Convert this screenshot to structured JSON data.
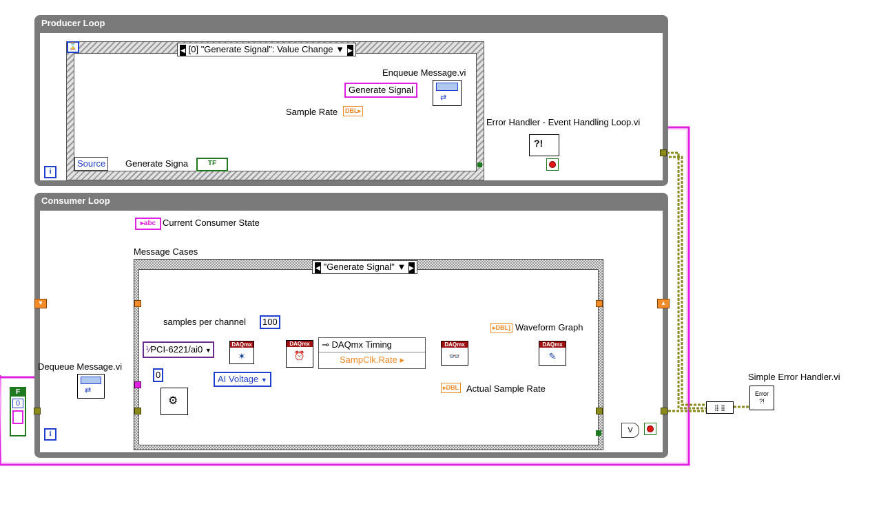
{
  "producer": {
    "title": "Producer Loop",
    "event_selector": "[0] \"Generate Signal\": Value Change",
    "enqueue_label": "Enqueue Message.vi",
    "message_const": "Generate Signal",
    "sample_rate_label": "Sample Rate",
    "sample_rate_type": "DBL",
    "source_label": "Source",
    "generate_signal_label": "Generate Signa",
    "tf_badge": "TF",
    "error_handler_label": "Error Handler - Event Handling Loop.vi",
    "iteration_glyph": "i",
    "timeout_glyph": "⌛"
  },
  "consumer": {
    "title": "Consumer Loop",
    "current_state_label": "Current Consumer State",
    "abc_badge": "abc",
    "message_cases_label": "Message Cases",
    "case_selector": "\"Generate Signal\"",
    "samples_label": "samples per channel",
    "samples_value": "100",
    "channel_value": "PCI-6221/ai0",
    "ai_voltage": "AI Voltage",
    "timing_label": "DAQmx Timing",
    "samp_clk": "SampClk.Rate",
    "waveform_label": "Waveform Graph",
    "waveform_type": "DBL",
    "actual_rate_label": "Actual Sample Rate",
    "actual_rate_type": "DBL",
    "dequeue_label": "Dequeue Message.vi",
    "zero_const": "0",
    "false_const": "F",
    "zero_index": "0",
    "iteration_glyph": "i",
    "daqmx_badge": "DAQmx",
    "or_glyph": "V"
  },
  "simple_error": {
    "label": "Simple Error Handler.vi",
    "glyph": "Error ?!"
  },
  "colors": {
    "string_wire": "#e020e0",
    "numeric_wire": "#f28c28",
    "error_wire": "#8a8a1a",
    "int_wire": "#1e3fd0",
    "bool_wire": "#1f7a1f",
    "loop_frame": "#7a7a7a",
    "daqmx_red": "#a01010"
  }
}
